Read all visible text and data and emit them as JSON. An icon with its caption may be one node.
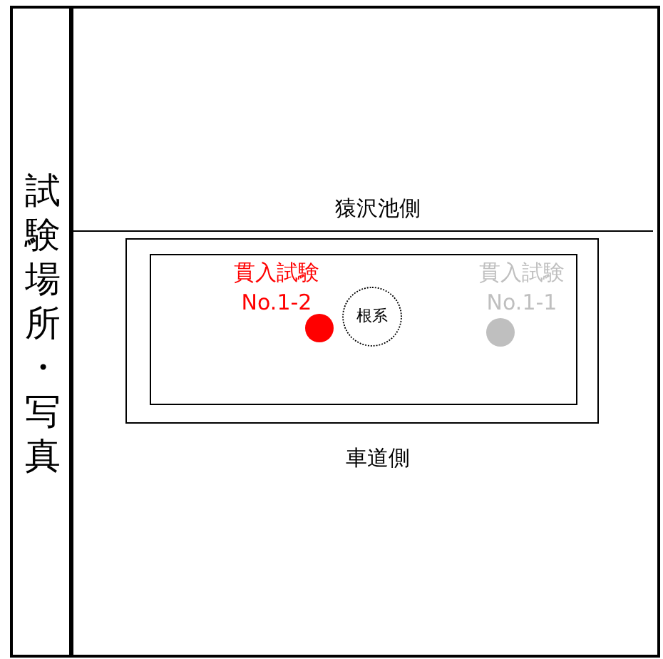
{
  "diagram": {
    "nodes": [
      {
        "text": [],
        "shape": "box"
      },
      {
        "text": [],
        "shape": "box",
        "in": 0
      },
      {
        "text": [
          "貫入試験 No.1-2"
        ],
        "in": 1
      },
      {
        "text": [
          "根系"
        ],
        "in": 1
      },
      {
        "text": [
          "貫入試験 No.1-1"
        ],
        "in": 1
      }
    ],
    "edges": [],
    "labels": [
      "試験場所・写真",
      "猿沢池側",
      "車道側"
    ]
  }
}
